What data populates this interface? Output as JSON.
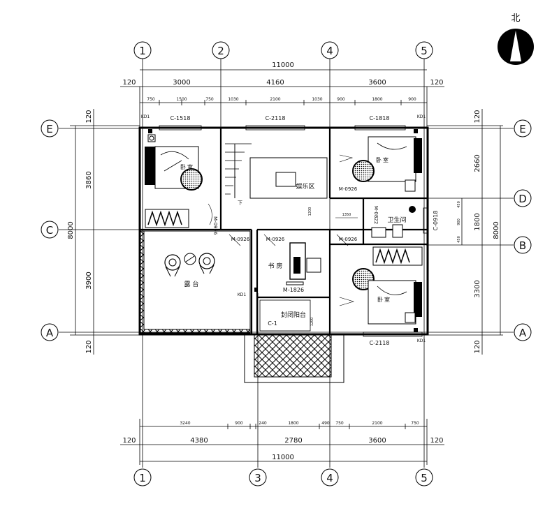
{
  "north": {
    "label": "北"
  },
  "axes": {
    "top": [
      "1",
      "2",
      "4",
      "5"
    ],
    "bottom": [
      "1",
      "3",
      "4",
      "5"
    ],
    "left": [
      "E",
      "C",
      "A"
    ],
    "right": [
      "E",
      "D",
      "B",
      "A"
    ]
  },
  "dims": {
    "top_total": "11000",
    "top_level2": [
      "120",
      "3000",
      "4160",
      "3600",
      "120"
    ],
    "top_level3": [
      "750",
      "1500",
      "750",
      "1030",
      "2100",
      "1030",
      "900",
      "1800",
      "900"
    ],
    "bottom_total": "11000",
    "bottom_level2": [
      "120",
      "4380",
      "2780",
      "3600",
      "120"
    ],
    "bottom_level3": [
      "3240",
      "900",
      "240",
      "1800",
      "490",
      "750",
      "2100",
      "750"
    ],
    "left_outer": "8000",
    "left_inner": [
      "120",
      "3860",
      "3900",
      "120"
    ],
    "right_outer": "8000",
    "right_inner": [
      "120",
      "2660",
      "1800",
      "3300",
      "120"
    ],
    "right_small": [
      "450",
      "900",
      "450"
    ],
    "internal": [
      "1200",
      "1350",
      "1200"
    ]
  },
  "rooms": {
    "bedroom_nw": [
      "卧",
      "室"
    ],
    "bedroom_ne": [
      "卧",
      "室"
    ],
    "bedroom_se": [
      "卧",
      "室"
    ],
    "entertainment": "娱乐区",
    "bathroom": "卫生间",
    "study": "书 房",
    "terrace": "露 台",
    "balcony": "封闭阳台",
    "stair_down": "下"
  },
  "openings": {
    "c1518": "C-1518",
    "c2118_top": "C-2118",
    "c1818": "C-1818",
    "c2118_bottom": "C-2118",
    "c0918": "C-0918",
    "c1": "C-1",
    "m0926_ne": "M-0926",
    "m0926_nw": "M-0926",
    "m0822": "M-0822",
    "m0926_a": "M-0926",
    "m0926_b": "M-0926",
    "m0926_c": "M-0926",
    "m1826": "M-1826",
    "kd1_nw": "KD1",
    "kd1_ne": "KD1",
    "kd1_se": "KD1",
    "kd1_t": "KD1"
  }
}
